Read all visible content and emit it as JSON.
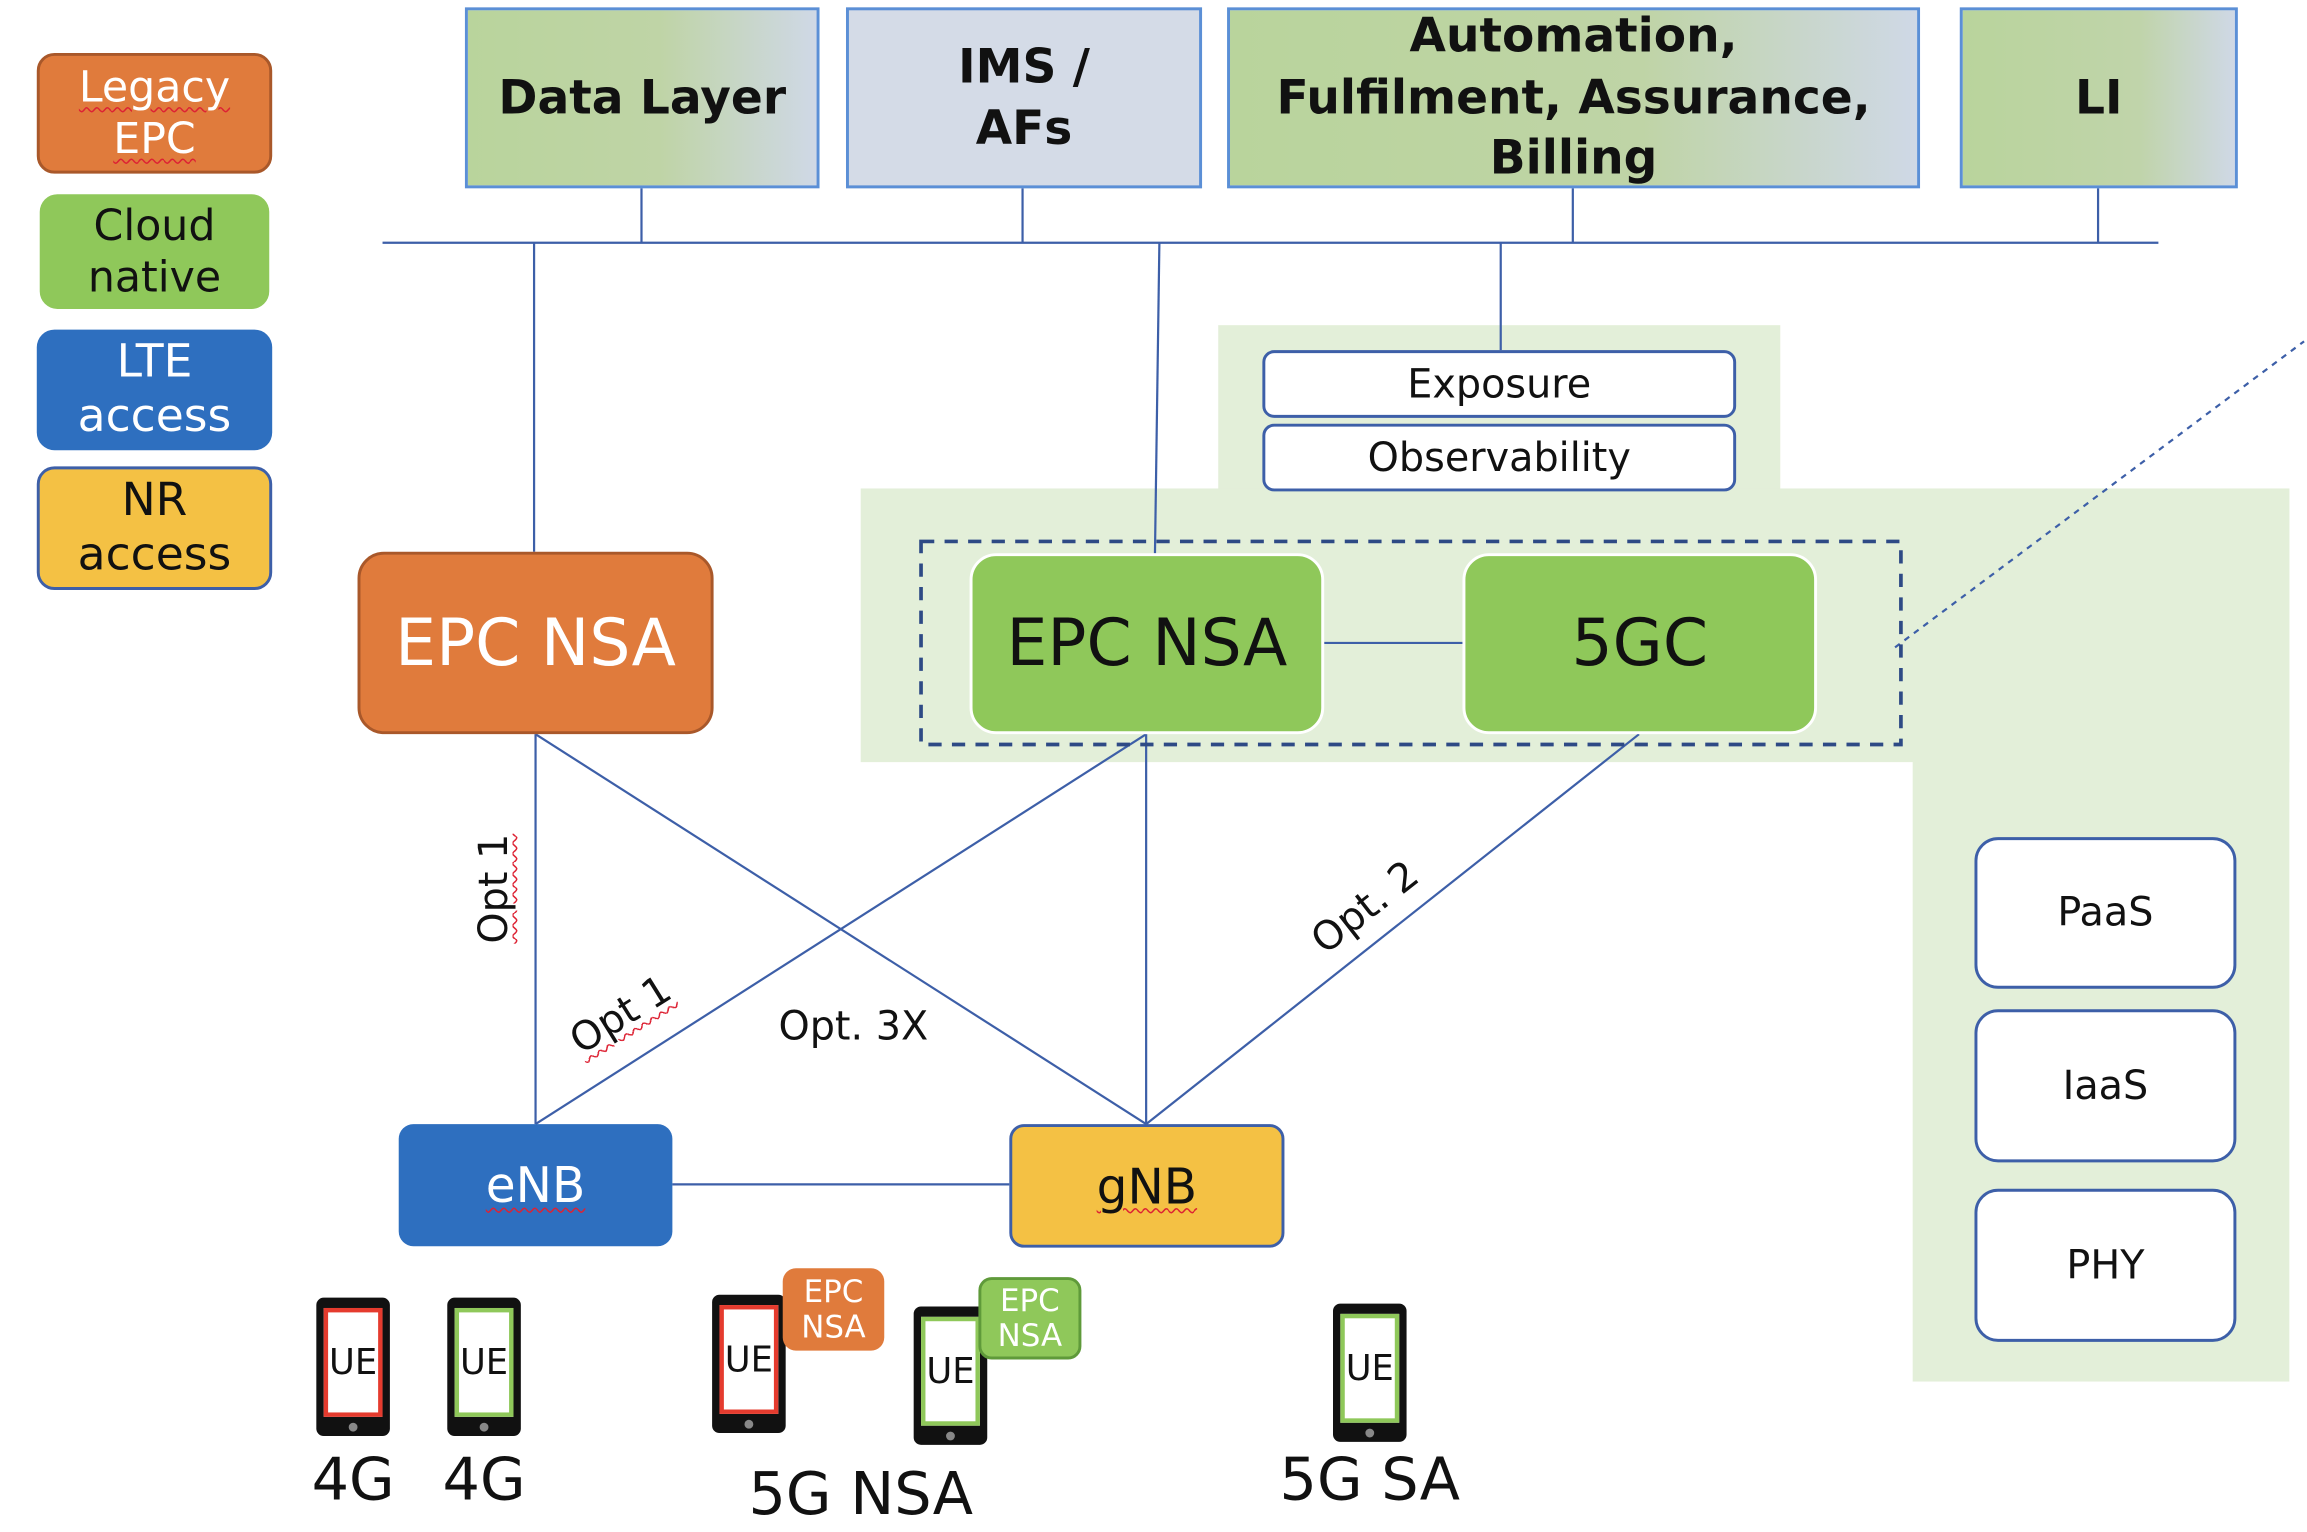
{
  "legend": [
    {
      "label": "Legacy EPC",
      "color": "#e07b3c"
    },
    {
      "label": "Cloud native",
      "color": "#8fc85a"
    },
    {
      "label": "LTE access",
      "color": "#2e6fbf"
    },
    {
      "label": "NR access",
      "color": "#f4c144"
    }
  ],
  "top_layers": {
    "data_layer": "Data Layer",
    "ims_afs": "IMS / AFs",
    "automation": "Automation, Fulfilment, Assurance, Billing",
    "li": "LI"
  },
  "exposure": "Exposure",
  "observability": "Observability",
  "legacy_epc_nsa": "EPC NSA",
  "cloud_epc_nsa": "EPC NSA",
  "five_gc": "5GC",
  "infra": {
    "paas": "PaaS",
    "iaas": "IaaS",
    "phy": "PHY"
  },
  "links": {
    "opt1_vertical": "Opt 1",
    "opt1_diag": "Opt 1",
    "opt3x": "Opt. 3X",
    "opt2": "Opt. 2"
  },
  "ran": {
    "enb": "eNB",
    "gnb": "gNB"
  },
  "devices": {
    "ue_label": "UE",
    "gen_4g_a": "4G",
    "gen_4g_b": "4G",
    "gen_5g_nsa": "5G NSA",
    "gen_5g_sa": "5G SA",
    "tag_epc_nsa_a": "EPC NSA",
    "tag_epc_nsa_b": "EPC NSA"
  }
}
